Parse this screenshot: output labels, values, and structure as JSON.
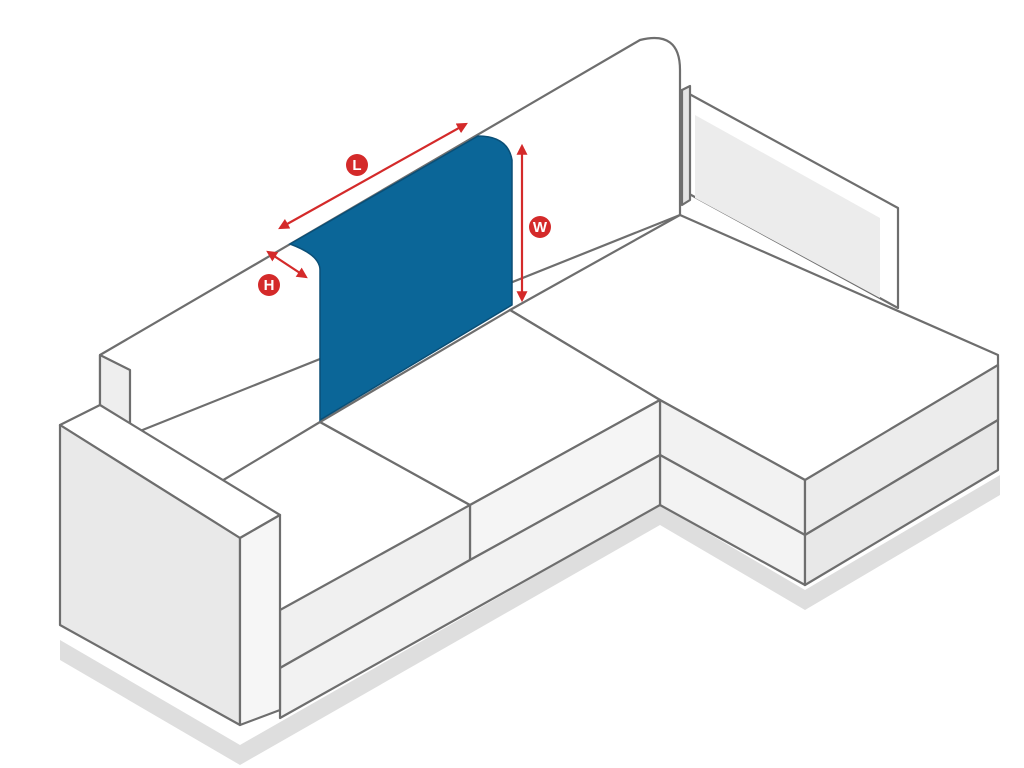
{
  "colors": {
    "background": "#ffffff",
    "sofa_fill": "#ffffff",
    "sofa_shade": "#e9e9e9",
    "sofa_shadow": "#d6d6d6",
    "outline": "#6e6e6e",
    "highlight_cover": "#0b6698",
    "dimension_accent": "#d42a2a"
  },
  "dimensions": {
    "length_label": "L",
    "width_label": "W",
    "height_label": "H"
  }
}
